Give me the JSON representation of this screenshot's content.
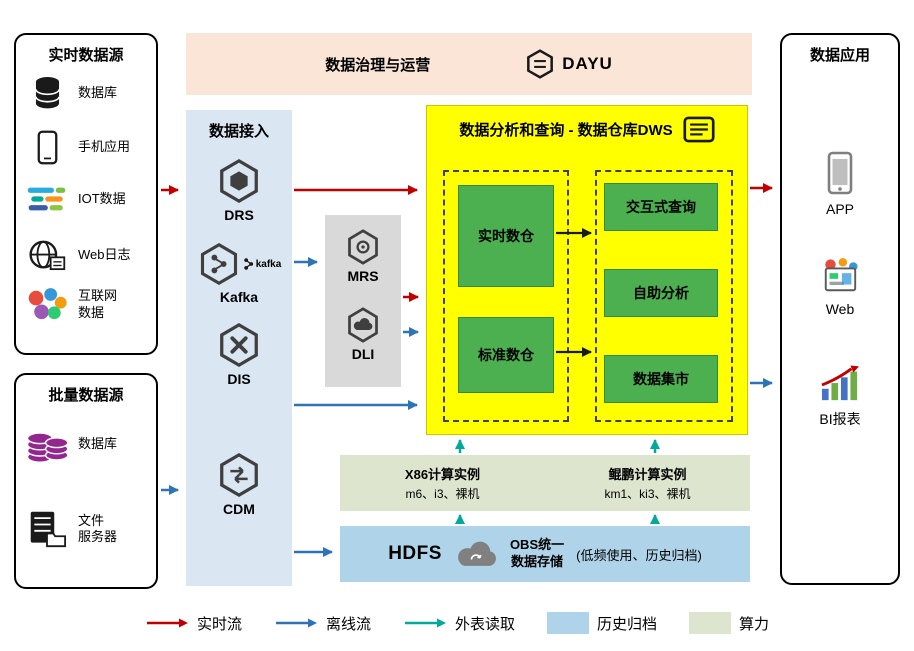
{
  "colors": {
    "realtime_flow": "#C00000",
    "offline_flow": "#2E74B5",
    "external_read": "#00A99C",
    "archive_fill": "#AFD3E8",
    "compute_fill": "#DEE5CE",
    "dws_bg": "#FFFF00",
    "green_box": "#4CAF50",
    "ingestion_bg": "#DAE6F2",
    "governance_bg": "#FBE5D6",
    "processing_bg": "#D9D9D9"
  },
  "realtime_sources": {
    "title": "实时数据源",
    "items": [
      {
        "label": "数据库",
        "icon": "database-icon"
      },
      {
        "label": "手机应用",
        "icon": "phone-icon"
      },
      {
        "label": "IOT数据",
        "icon": "iot-icon"
      },
      {
        "label": "Web日志",
        "icon": "weblog-icon"
      },
      {
        "label": "互联网\n数据",
        "icon": "internet-icon"
      }
    ]
  },
  "batch_sources": {
    "title": "批量数据源",
    "items": [
      {
        "label": "数据库",
        "icon": "batch-database-icon"
      },
      {
        "label": "文件\n服务器",
        "icon": "file-server-icon"
      }
    ]
  },
  "governance": {
    "title": "数据治理与运营",
    "logo": "DAYU"
  },
  "ingestion": {
    "title": "数据接入",
    "services": [
      {
        "label": "DRS"
      },
      {
        "label": "Kafka",
        "logo": "kafka"
      },
      {
        "label": "DIS"
      },
      {
        "label": "CDM"
      }
    ]
  },
  "processing": {
    "services": [
      {
        "label": "MRS"
      },
      {
        "label": "DLI"
      }
    ]
  },
  "dws": {
    "title": "数据分析和查询 - 数据仓库DWS",
    "warehouses": [
      "实时数仓",
      "标准数仓"
    ],
    "services": [
      "交互式查询",
      "自助分析",
      "数据集市"
    ]
  },
  "applications": {
    "title": "数据应用",
    "items": [
      {
        "label": "APP",
        "icon": "app-phone-icon"
      },
      {
        "label": "Web",
        "icon": "web-browser-icon"
      },
      {
        "label": "BI报表",
        "icon": "bi-report-icon"
      }
    ]
  },
  "compute": {
    "x86": {
      "title": "X86计算实例",
      "spec": "m6、i3、裸机"
    },
    "kunpeng": {
      "title": "鲲鹏计算实例",
      "spec": "km1、ki3、裸机"
    }
  },
  "storage": {
    "hdfs": "HDFS",
    "obs": "OBS统一\n数据存储",
    "note": "(低频使用、历史归档)"
  },
  "legend": {
    "realtime": "实时流",
    "offline": "离线流",
    "external": "外表读取",
    "archive": "历史归档",
    "compute": "算力"
  }
}
